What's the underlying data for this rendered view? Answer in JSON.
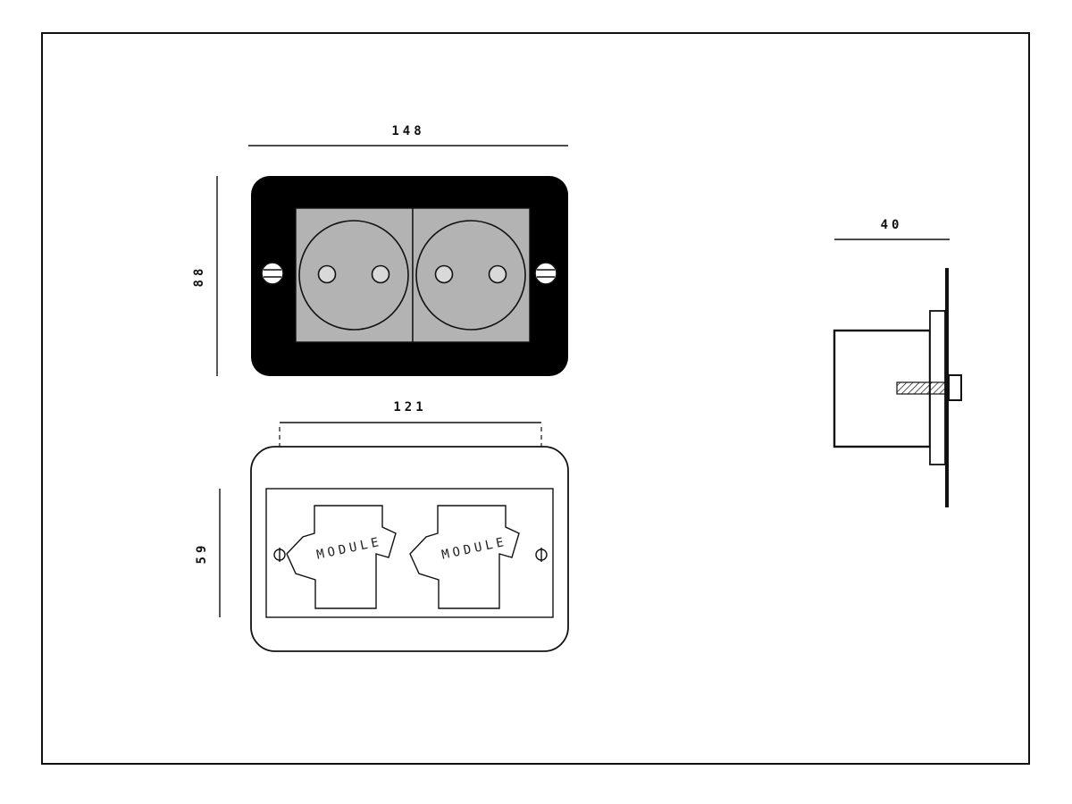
{
  "front_view": {
    "width_dim": "148",
    "height_dim": "88"
  },
  "back_view": {
    "hole_spacing_dim": "121",
    "height_dim": "59",
    "modules": [
      {
        "label": "MODULE"
      },
      {
        "label": "MODULE"
      }
    ]
  },
  "side_view": {
    "depth_dim": "40"
  },
  "colors": {
    "line": "#111111",
    "plate_black": "#000000",
    "socket_gray": "#b3b3b3",
    "pinhole_gray": "#d9d9d9",
    "background": "#ffffff"
  }
}
